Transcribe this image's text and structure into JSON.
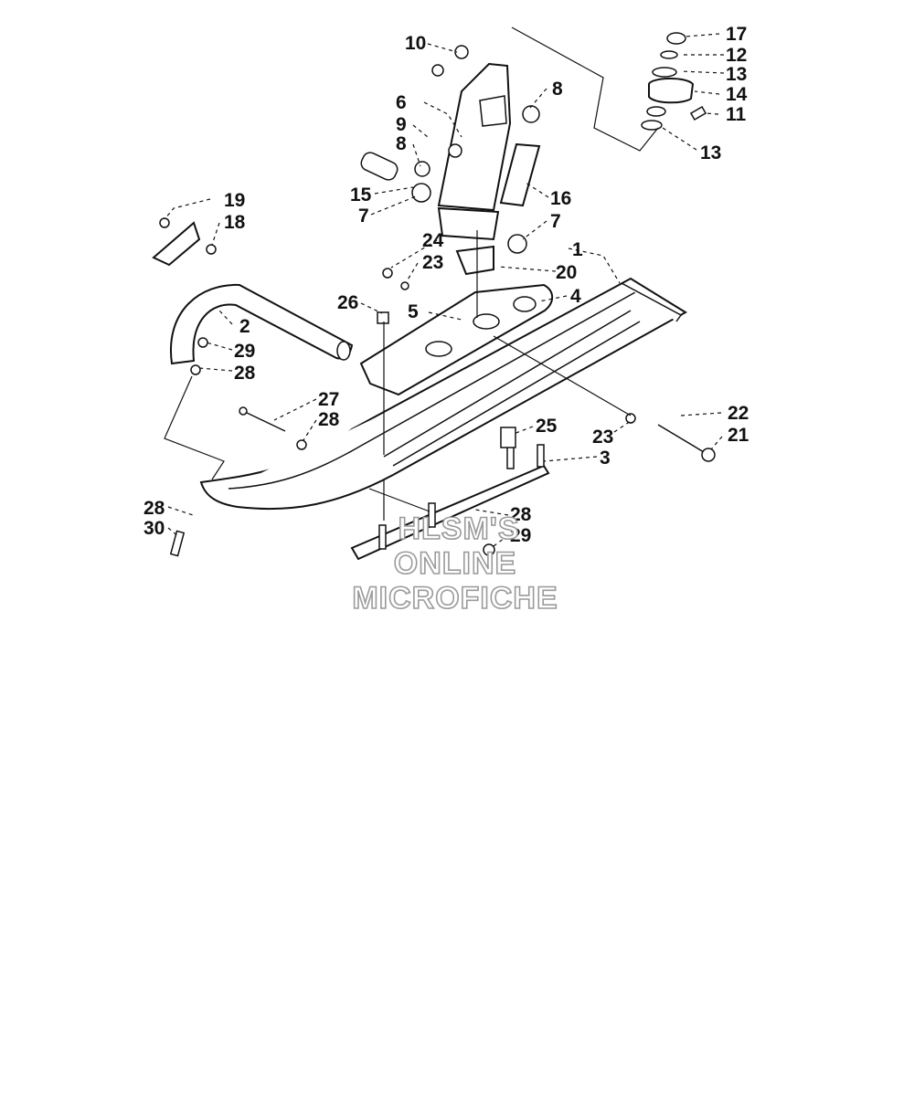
{
  "watermark": {
    "line1": "HLSM'S",
    "line2": "ONLINE",
    "line3": "MICROFICHE"
  },
  "callouts": {
    "c1": "1",
    "c2": "2",
    "c3": "3",
    "c4": "4",
    "c5": "5",
    "c6": "6",
    "c7a": "7",
    "c7b": "7",
    "c8a": "8",
    "c8b": "8",
    "c9": "9",
    "c10": "10",
    "c11": "11",
    "c12": "12",
    "c13a": "13",
    "c13b": "13",
    "c14": "14",
    "c15": "15",
    "c16": "16",
    "c17": "17",
    "c18": "18",
    "c19": "19",
    "c20": "20",
    "c21": "21",
    "c22": "22",
    "c23a": "23",
    "c23b": "23",
    "c24": "24",
    "c25": "25",
    "c26": "26",
    "c27": "27",
    "c28a": "28",
    "c28b": "28",
    "c28c": "28",
    "c28d": "28",
    "c29a": "29",
    "c29b": "29",
    "c30": "30"
  }
}
